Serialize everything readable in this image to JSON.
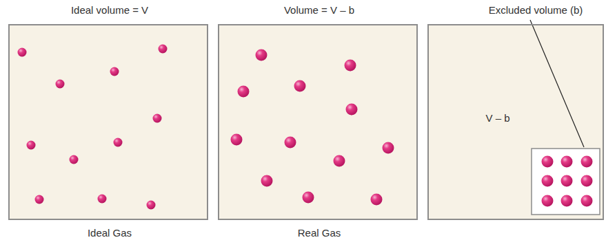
{
  "diagram": {
    "nodes": [
      {
        "text": [
          "Ideal volume = V",
          "Ideal Gas"
        ]
      },
      {
        "text": [
          "Volume = V – b",
          "Real Gas"
        ]
      },
      {
        "text": [
          "Excluded volume (b)",
          "V – b"
        ]
      }
    ]
  }
}
